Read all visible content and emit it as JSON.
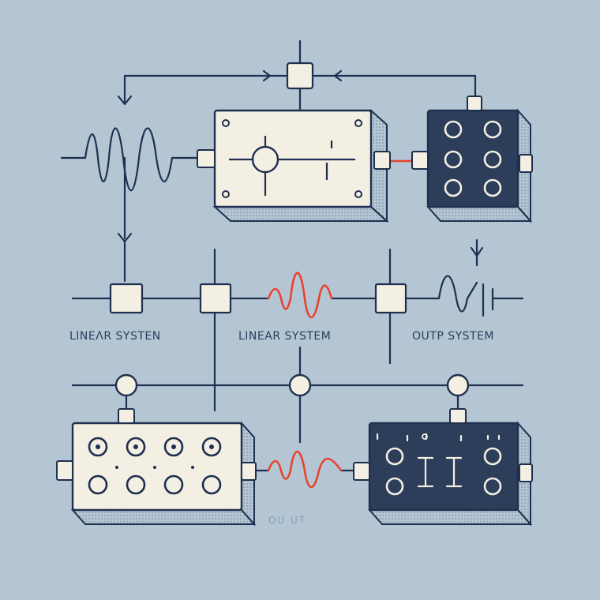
{
  "colors": {
    "background": "#b4c6d4",
    "line": "#1f2f4f",
    "box_light": "#f3efe3",
    "box_dark": "#2c3e5a",
    "signal": "#e8432c"
  },
  "labels": {
    "linear_system_left": "LINEΛR SYSTEN",
    "linear_system_center": "LINEAR SYSTEM",
    "output_system": "OUTP SYSTEM",
    "output_faded": "OU UT"
  },
  "icons": [
    "sine-wave-icon",
    "arrow-down-icon",
    "junction-node-icon",
    "terminal-jack-icon"
  ]
}
